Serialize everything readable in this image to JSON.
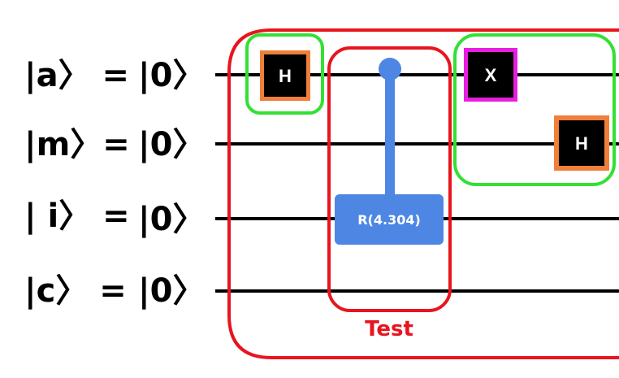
{
  "qubits": [
    {
      "label": "|a〉 =",
      "state": "|0〉"
    },
    {
      "label": "|m〉=",
      "state": "|0〉"
    },
    {
      "label": "| i〉 =",
      "state": "|0〉"
    },
    {
      "label": "|c〉 =",
      "state": "|0〉"
    }
  ],
  "gates": {
    "h_a": {
      "label": "H",
      "fill": "#000000",
      "border": "#ef7f3b"
    },
    "x_a": {
      "label": "X",
      "fill": "#000000",
      "border": "#e81ee0"
    },
    "h_m": {
      "label": "H",
      "fill": "#000000",
      "border": "#ef7f3b"
    },
    "controlled_rotation": {
      "label": "R(4.304)",
      "color": "#4e86e4"
    }
  },
  "groups": {
    "outer": {
      "label": "Test",
      "color": "#e8141e"
    },
    "highlight_color": "#33e033"
  },
  "wire_color": "#000000"
}
